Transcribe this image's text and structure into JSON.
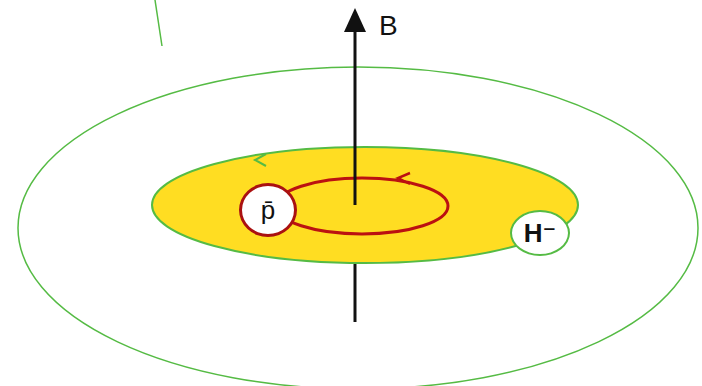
{
  "diagram": {
    "nodes": [
      {
        "text": [
          "p̄"
        ]
      },
      {
        "text": [
          "H⁻"
        ]
      }
    ],
    "labels": [
      "B"
    ]
  }
}
